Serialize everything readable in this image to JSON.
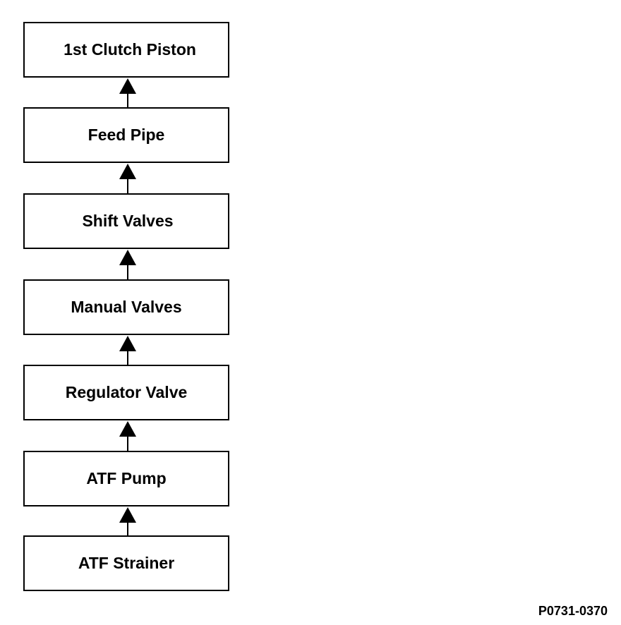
{
  "diagram": {
    "boxes": [
      {
        "label": "1st Clutch Piston"
      },
      {
        "label": "Feed Pipe"
      },
      {
        "label": "Shift Valves"
      },
      {
        "label": "Manual Valves"
      },
      {
        "label": "Regulator Valve"
      },
      {
        "label": "ATF Pump"
      },
      {
        "label": "ATF Strainer"
      }
    ],
    "flow_direction": "up",
    "line_color": "#000000",
    "figure_id": "P0731-0370"
  }
}
